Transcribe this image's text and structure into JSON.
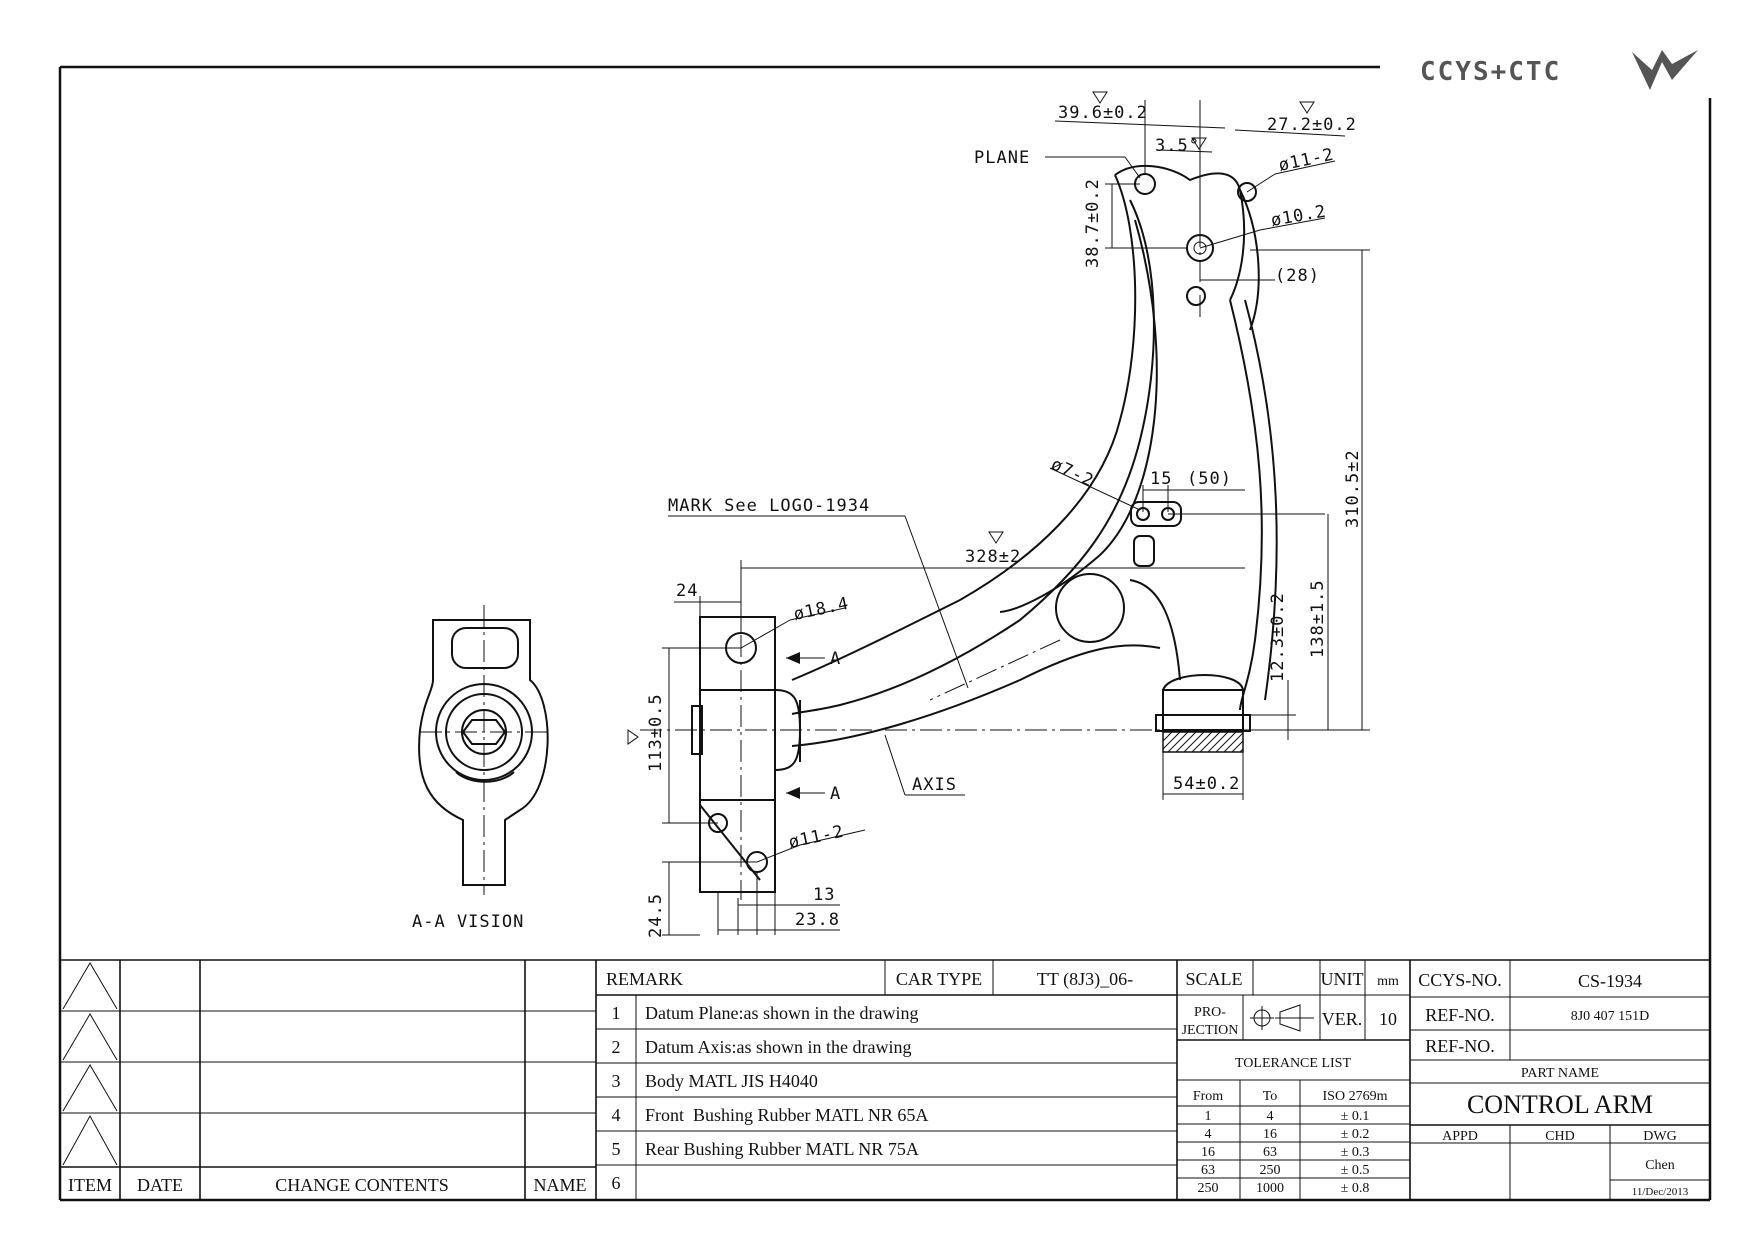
{
  "logo": {
    "text": "CCYS+CTC"
  },
  "drawing": {
    "labels": {
      "plane": "PLANE",
      "mark": "MARK See LOGO-1934",
      "axis": "AXIS",
      "section_a": "A",
      "section_view": "A-A VISION"
    },
    "dimensions": {
      "d_39_6": "39.6±0.2",
      "d_27_2": "27.2±0.2",
      "d_angle": "3.5°",
      "d_hole_11": "ø11-2",
      "d_hole_10": "ø10.2",
      "d_38_7": "38.7±0.2",
      "d_28": "(28)",
      "d_310_5": "310.5±2",
      "d_hole_7": "ø7-2",
      "d_15": "15",
      "d_50": "(50)",
      "d_328": "328±2",
      "d_24": "24",
      "d_hole_18_4": "ø18.4",
      "d_138": "138±1.5",
      "d_12_3": "12.3±0.2",
      "d_113": "113±0.5",
      "d_hole_11b": "ø11-2",
      "d_54": "54±0.2",
      "d_13": "13",
      "d_23_8": "23.8",
      "d_24_5": "24.5"
    }
  },
  "title_block": {
    "revision_headers": {
      "item": "ITEM",
      "date": "DATE",
      "change": "CHANGE CONTENTS",
      "name": "NAME"
    },
    "remark_label": "REMARK",
    "car_type_label": "CAR TYPE",
    "car_type_value": "TT (8J3)_06-",
    "remarks": [
      {
        "no": "1",
        "text": "Datum Plane:as shown in the drawing"
      },
      {
        "no": "2",
        "text": "Datum Axis:as shown in the drawing"
      },
      {
        "no": "3",
        "text": "Body MATL JIS H4040"
      },
      {
        "no": "4",
        "text": "Front  Bushing Rubber MATL NR 65A"
      },
      {
        "no": "5",
        "text": "Rear Bushing Rubber MATL NR 75A"
      },
      {
        "no": "6",
        "text": ""
      }
    ],
    "scale_label": "SCALE",
    "unit_label": "UNIT",
    "unit_value": "mm",
    "projection_label_1": "PRO-",
    "projection_label_2": "JECTION",
    "ver_label": "VER.",
    "ver_value": "10",
    "tolerance": {
      "title": "TOLERANCE LIST",
      "headers": {
        "from": "From",
        "to": "To",
        "std": "ISO 2769m"
      },
      "rows": [
        {
          "from": "1",
          "to": "4",
          "tol": "± 0.1"
        },
        {
          "from": "4",
          "to": "16",
          "tol": "± 0.2"
        },
        {
          "from": "16",
          "to": "63",
          "tol": "± 0.3"
        },
        {
          "from": "63",
          "to": "250",
          "tol": "± 0.5"
        },
        {
          "from": "250",
          "to": "1000",
          "tol": "± 0.8"
        }
      ]
    },
    "ccys_no_label": "CCYS-NO.",
    "ccys_no": "CS-1934",
    "ref_no_label": "REF-NO.",
    "ref_no": "8J0 407 151D",
    "ref_no_label_2": "REF-NO.",
    "ref_no_2": "",
    "part_name_label": "PART NAME",
    "part_name": "CONTROL ARM",
    "appd_label": "APPD",
    "chd_label": "CHD",
    "dwg_label": "DWG",
    "drawn_by": "Chen",
    "date": "11/Dec/2013"
  }
}
